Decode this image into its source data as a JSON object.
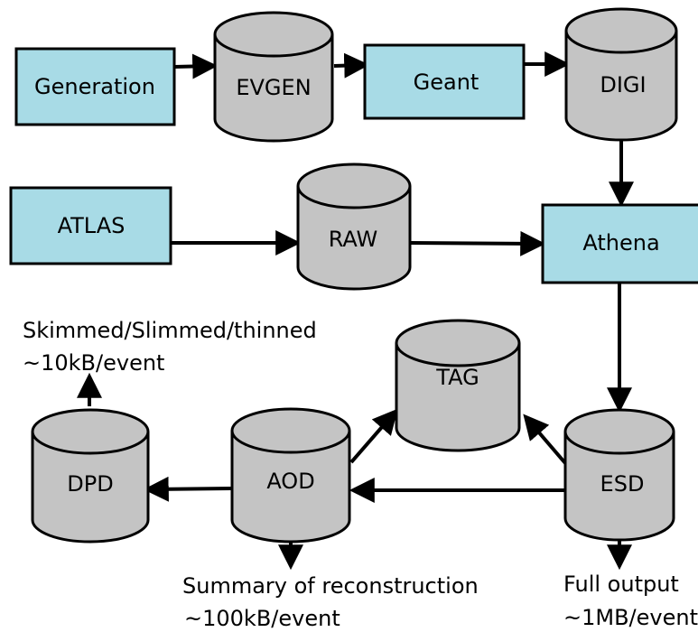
{
  "nodes": {
    "generation": "Generation",
    "evgen": "EVGEN",
    "geant": "Geant",
    "digi": "DIGI",
    "atlas": "ATLAS",
    "raw": "RAW",
    "athena": "Athena",
    "tag": "TAG",
    "dpd": "DPD",
    "aod": "AOD",
    "esd": "ESD"
  },
  "annotations": {
    "dpd_line1": "Skimmed/Slimmed/thinned",
    "dpd_line2": "~10kB/event",
    "aod_line1": "Summary of reconstruction",
    "aod_line2": "~100kB/event",
    "esd_line1": "Full output",
    "esd_line2": "~1MB/event"
  },
  "colors": {
    "process_fill": "#a8dbe6",
    "datastore_fill": "#c4c4c4",
    "stroke": "#000000"
  }
}
